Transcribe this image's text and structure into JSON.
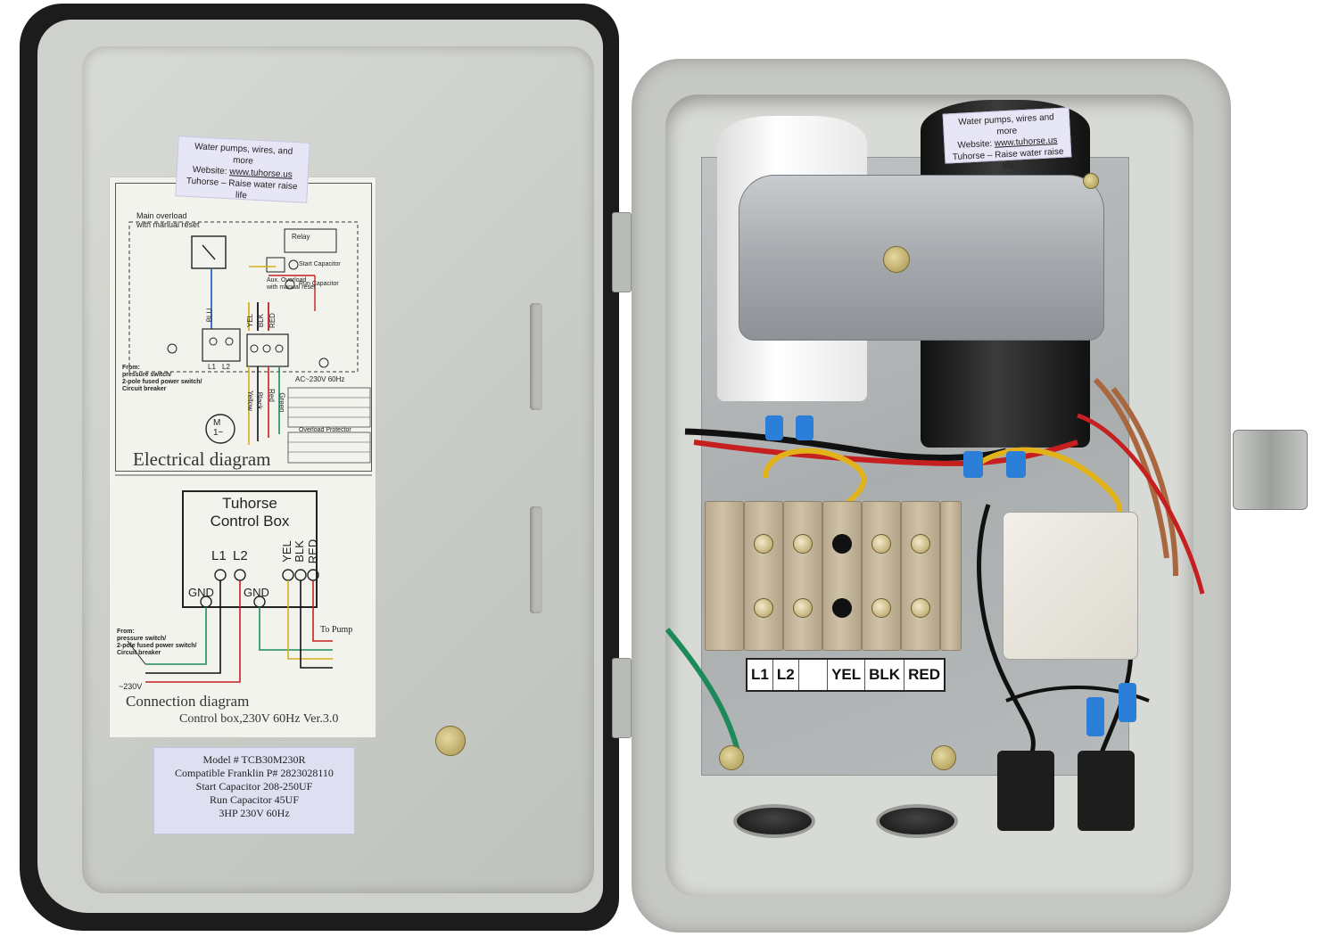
{
  "lid": {
    "diagram_label": {
      "main_overload": "Main overload\nwith manual reset",
      "relay": "Relay",
      "start_capacitor": "Start Capacitor",
      "aux_overload": "Aux. Overload\nwith manual reset",
      "run_capacitor": "Run Capacitor",
      "wire_blu": "BLU",
      "wire_yel": "YEL",
      "wire_blk": "BLK",
      "wire_red": "RED",
      "terminal_l1": "L1",
      "terminal_l2": "L2",
      "from_text": "From:\npressure switch/\n2-pole fused power switch/\nCircuit breaker",
      "ac_text": "AC~230V  60Hz",
      "motor": "M\n1~",
      "wire_yellow": "Yellow",
      "wire_black": "Black",
      "wire_red_name": "Red",
      "wire_green": "Green",
      "overload_protector": "Overload  Protector",
      "electrical_diagram": "Electrical diagram",
      "box_title_line1": "Tuhorse",
      "box_title_line2": "Control Box",
      "conn_l1": "L1",
      "conn_l2": "L2",
      "conn_gnd1": "GND",
      "conn_gnd2": "GND",
      "conn_yel": "YEL",
      "conn_blk": "BLK",
      "conn_red": "RED",
      "to_pump": "To Pump",
      "conn_from": "From:\npressure switch/\n2-pole fused power switch/\nCircuit breaker",
      "voltage": "~230V",
      "connection_diagram": "Connection diagram",
      "version": "Control box,230V 60Hz Ver.3.0"
    },
    "web_sticker": {
      "line1": "Water pumps, wires, and more",
      "line2_prefix": "Website: ",
      "line2_url": "www.tuhorse.us",
      "line3": "Tuhorse – Raise water raise life"
    },
    "model_label": {
      "line1": "Model # TCB30M230R",
      "line2": "Compatible Franklin P# 2823028110",
      "line3": "Start Capacitor  208-250UF",
      "line4": "Run Capacitor  45UF",
      "line5": "3HP  230V 60Hz"
    }
  },
  "box": {
    "cap_sticker": {
      "line1": "Water pumps, wires  and more",
      "line2_prefix": "Website: ",
      "line2_url": "www.tuhorse.us",
      "line3": "Tuhorse – Raise water raise life"
    },
    "terminal_labels": [
      "L1",
      "L2",
      "",
      "YEL",
      "BLK",
      "RED"
    ]
  },
  "colors": {
    "lid_gasket": "#1c1c1c",
    "enclosure_gray": "#c6c8c3",
    "panel_steel": "#a9adae",
    "terminal_tan": "#cfc2a8",
    "ground_wire": "#1e8a5a",
    "wire_yellow": "#e2b21a",
    "wire_red": "#c61f1f",
    "wire_brown": "#a8673f",
    "wire_black": "#111111",
    "spade_blue": "#2c7fd8"
  }
}
